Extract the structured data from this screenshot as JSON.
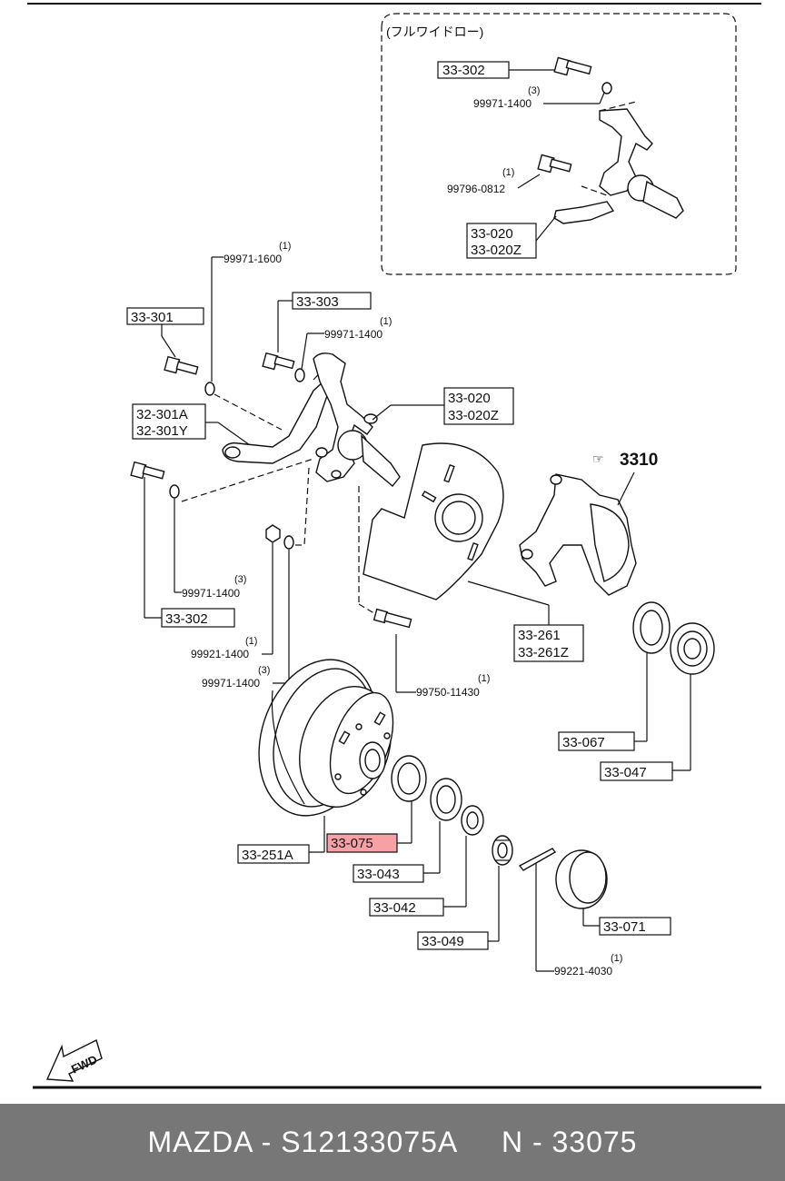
{
  "diagram": {
    "inset_title": "(フルワイドロー)",
    "highlight_color": "#f7a1a6",
    "labels": {
      "inset_33_302": "33-302",
      "inset_99971_1400": "99971-1400",
      "inset_99971_1400_qty": "(3)",
      "inset_99796_0812": "99796-0812",
      "inset_99796_0812_qty": "(1)",
      "inset_33_020": "33-020",
      "inset_33_020Z": "33-020Z",
      "l_99971_1600": "99971-1600",
      "l_99971_1600_qty": "(1)",
      "l_33_303": "33-303",
      "l_33_301": "33-301",
      "l_99971_1400a": "99971-1400",
      "l_99971_1400a_qty": "(1)",
      "l_32_301A": "32-301A",
      "l_32_301Y": "32-301Y",
      "l_33_020": "33-020",
      "l_33_020Z": "33-020Z",
      "l_3310": "3310",
      "l_99971_1400b": "99971-1400",
      "l_99971_1400b_qty": "(3)",
      "l_33_302": "33-302",
      "l_99921_1400": "99921-1400",
      "l_99921_1400_qty": "(1)",
      "l_99971_1400c": "99971-1400",
      "l_99971_1400c_qty": "(3)",
      "l_33_261": "33-261",
      "l_33_261Z": "33-261Z",
      "l_99750_11430": "99750-11430",
      "l_99750_11430_qty": "(1)",
      "l_33_067": "33-067",
      "l_33_047": "33-047",
      "l_33_251A": "33-251A",
      "l_33_075": "33-075",
      "l_33_043": "33-043",
      "l_33_042": "33-042",
      "l_33_049": "33-049",
      "l_33_071": "33-071",
      "l_99221_4030": "99221-4030",
      "l_99221_4030_qty": "(1)",
      "fwd": "FWD"
    }
  },
  "footer": {
    "text": "MAZDA - S12133075A     N - 33075"
  }
}
